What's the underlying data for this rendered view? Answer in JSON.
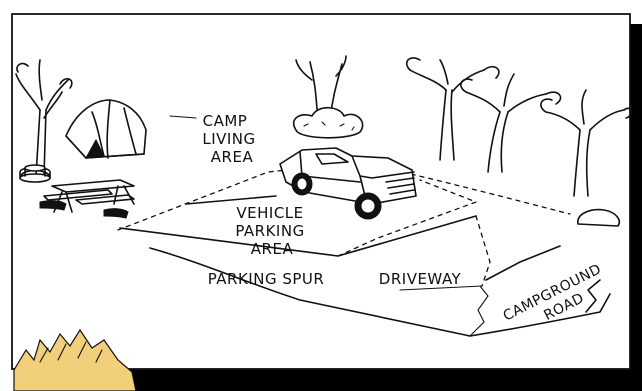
{
  "labels": {
    "camp_living_area": [
      "CAMP",
      "LIVING",
      "AREA"
    ],
    "vehicle_parking_area": [
      "VEHICLE",
      "PARKING",
      "AREA"
    ],
    "parking_spur": "PARKING SPUR",
    "driveway": "DRIVEWAY",
    "campground_road": [
      "CAMPGROUND",
      "ROAD"
    ]
  },
  "colors": {
    "ink": "#111111",
    "frame_shadow": "#000000",
    "background": "#ffffff",
    "corner_hand": "#f2cf7a"
  }
}
